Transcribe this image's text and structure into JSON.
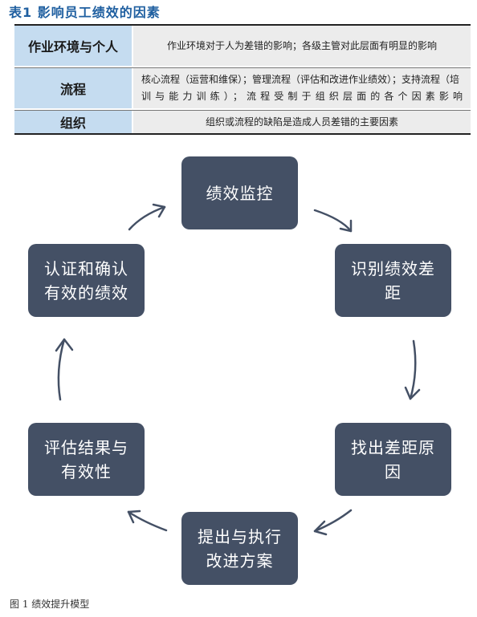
{
  "table": {
    "caption": "表1  影响员工绩效的因素",
    "rows": [
      {
        "header": "作业环境与个人",
        "content": "作业环境对于人为差错的影响；各级主管对此层面有明显的影响"
      },
      {
        "header": "流程",
        "content": "核心流程（运营和维保）；管理流程（评估和改进作业绩效）；支持流程（培训与能力训练）；流程受制于组织层面的各个因素影响"
      },
      {
        "header": "组织",
        "content": "组织或流程的缺陷是造成人员差错的主要因素"
      }
    ]
  },
  "diagram": {
    "steps": [
      "绩效监控",
      "识别绩效差距",
      "找出差距原因",
      "提出与执行改进方案",
      "评估结果与有效性",
      "认证和确认有效的绩效"
    ],
    "box_color": "#445065",
    "arrow_color": "#445065"
  },
  "figure_caption": "图 1  绩效提升模型"
}
